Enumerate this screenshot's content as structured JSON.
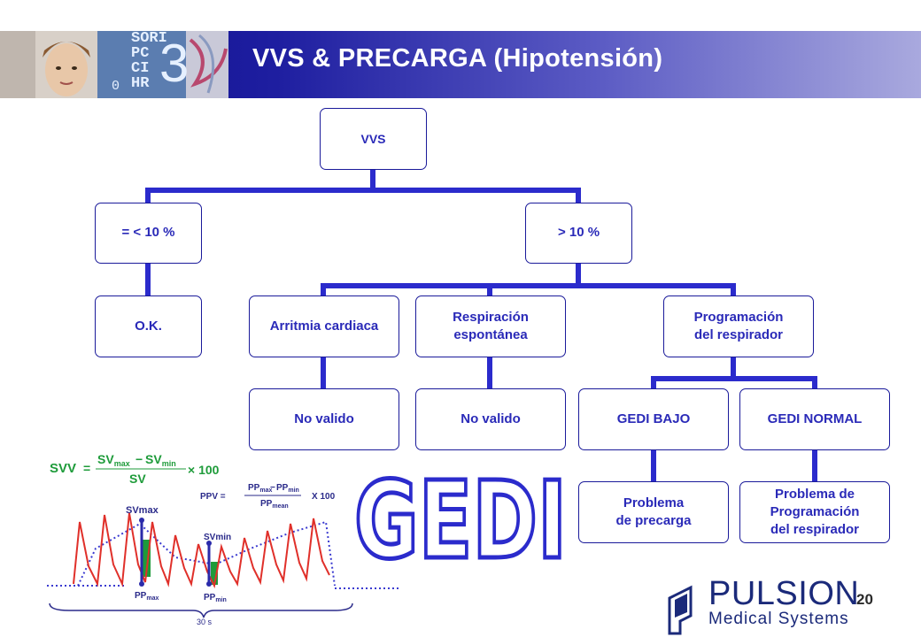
{
  "header": {
    "title": "VVS & PRECARGA (Hipotensión)"
  },
  "photo": {
    "monitor_labels": [
      "SORI",
      "PC",
      "CI",
      "HR"
    ],
    "monitor_value": "3",
    "monitor_small": "0"
  },
  "tree": {
    "root": "VVS",
    "low": "= < 10 %",
    "high": "> 10 %",
    "ok": "O.K.",
    "arritmia": "Arritmia cardiaca",
    "respiracion": "Respiración\nespontánea",
    "programacion": "Programación\ndel respirador",
    "novalido1": "No valido",
    "novalido2": "No valido",
    "gedi_bajo": "GEDI BAJO",
    "gedi_normal": "GEDI NORMAL",
    "precarga": "Problema\nde precarga",
    "prog_resp": "Problema de\nProgramación\ndel respirador"
  },
  "gedi_word": "GEDI",
  "formula": {
    "svv_lhs": "SVV",
    "sv": "SV",
    "max": "max",
    "min": "min",
    "minus": "−",
    "times": "× 100",
    "ppv_lhs": "PPV =",
    "pp": "PP",
    "mean": "mean",
    "x100": "X 100"
  },
  "waveform": {
    "svmax": "SVmax",
    "svmin": "SVmin",
    "pp": "PP",
    "max": "max",
    "min": "min",
    "duration": "30 s"
  },
  "logo": {
    "brand": "PULSION",
    "sub": "Medical Systems"
  },
  "page_number": "20",
  "colors": {
    "accent": "#2a2ab8",
    "connector": "#2b2bcc",
    "banner": "#0a0a8a",
    "formula_green": "#1e9b3a",
    "wave_red": "#e0302a",
    "wave_blue": "#3a3ad0"
  }
}
